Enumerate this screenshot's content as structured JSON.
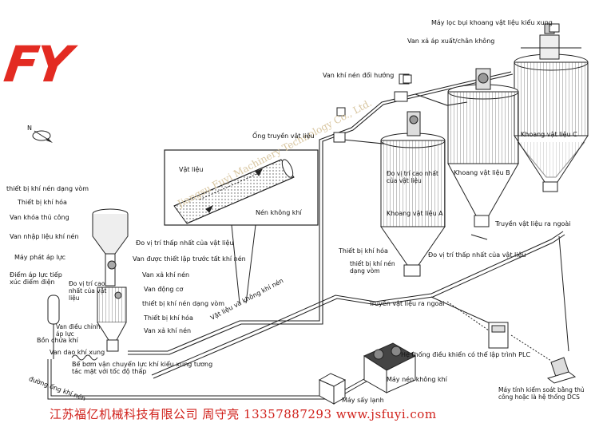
{
  "brand": {
    "logo_text": "FY",
    "logo_color": "#e32b22",
    "footer": "江苏福亿机械科技有限公司  周守亮  13357887293  www.jsfuyi.com",
    "watermark": "Jiangsu Fuyi Machinery Technology Co., Ltd."
  },
  "compass": {
    "north": "N"
  },
  "labels": {
    "dust_filter": "Máy lọc bụi khoang vật liệu kiểu xung",
    "pressure_valve": "Van xả áp xuất/chân không",
    "divert_valve": "Van khí nén đổi hướng",
    "material_pipe": "Ống truyền vật liệu",
    "silo_a": "Khoang vật liệu A",
    "silo_b": "Khoang vật liệu B",
    "silo_c": "Khoang vật liệu C",
    "high_level": "Đo vị trí cao nhất của vật liệu",
    "discharge_c": "Truyền vật liệu ra ngoài",
    "pipe_material": "Vật liệu",
    "pipe_air": "Nén không khí",
    "dome_valve_1": "thiết bị khí nén dạng vòm",
    "fluidizer_1": "Thiết bị khí hóa",
    "manual_valve": "Van khóa thủ công",
    "feed_valve": "Van nhập liệu khí nén",
    "pressure_gen": "Máy phát áp lực",
    "pressure_contact": "Điểm áp lực tiếp xúc điểm điện",
    "high_level_2": "Đo vị trí cao nhất của vật liệu",
    "low_level_1": "Đo vị trí thấp nhất của vật liệu",
    "preset_valve": "Van được thiết lập trước tất khí nén",
    "exhaust_valve_1": "Van xả khí nén",
    "motor_valve": "Van động cơ",
    "dome_valve_2": "thiết bị khí nén dạng vòm",
    "fluidizer_2": "Thiết bị khí hóa",
    "exhaust_valve_2": "Van xả khí nén",
    "regulating_valve": "Van điều chỉnh áp lực",
    "air_tank": "Bồn chứa khí",
    "pulse_valve": "Van dao khí xung",
    "pump_tank": "Bể bơm vận chuyển lực khí kiểu xung tương tác mặt với tốc độ thấp",
    "pipe_material_air": "Vật liệu và không khí nén",
    "fluidizer_a": "Thiết bị khí hóa",
    "dome_valve_a": "thiết bị khí nén dạng vòm",
    "low_level_a": "Đo vị trí thấp nhất của vật liệu",
    "discharge_a": "Truyền vật liệu ra ngoài",
    "plc": "Hệ thống điều khiển có thể lập trình PLC",
    "compressor": "Máy nén không khí",
    "dryer": "Máy sấy lạnh",
    "air_pipe": "đường ống khí nén",
    "dcs": "Máy tính kiểm soát bằng thủ công hoặc là hệ thống DCS"
  }
}
